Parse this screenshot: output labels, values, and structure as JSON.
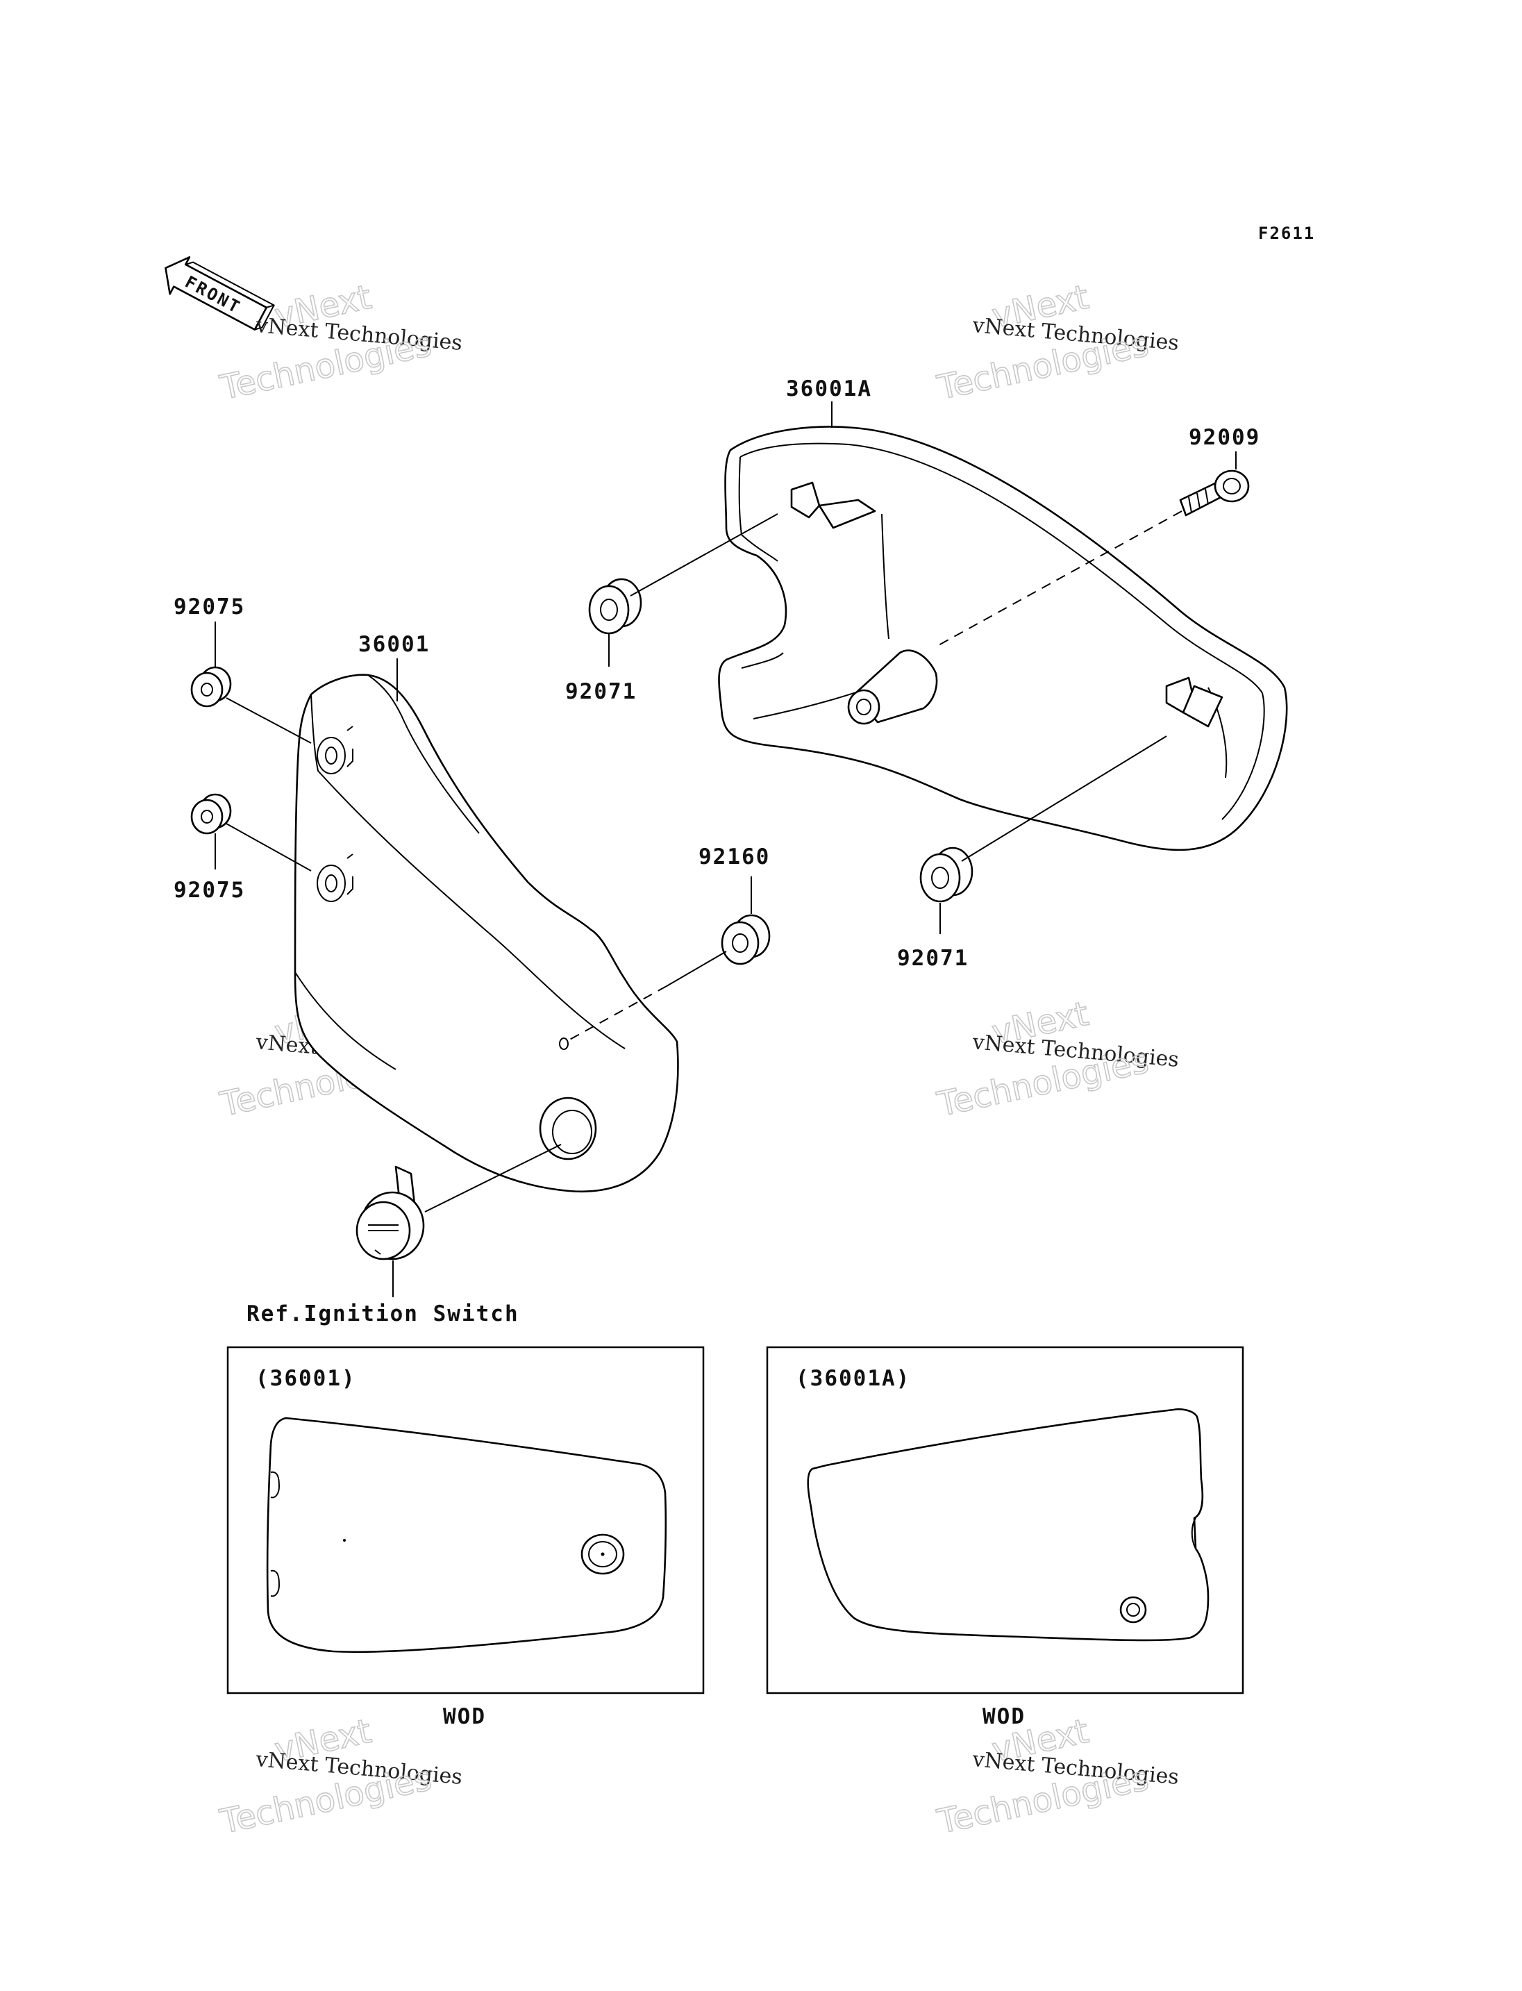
{
  "figure_code": "F2611",
  "front_marker": "FRONT",
  "watermark": {
    "line1": "vNext Technologies",
    "line2": "vNext",
    "line3": "Technologies"
  },
  "callouts": {
    "cover_right": "36001A",
    "bolt": "92009",
    "grommet_upper": "92071",
    "grommet_lower": "92071",
    "cover_left": "36001",
    "damper_top": "92075",
    "damper_bottom": "92075",
    "grommet_side": "92160"
  },
  "reference_note": "Ref.Ignition Switch",
  "insets": [
    {
      "title": "(36001)",
      "caption": "WOD"
    },
    {
      "title": "(36001A)",
      "caption": "WOD"
    }
  ]
}
